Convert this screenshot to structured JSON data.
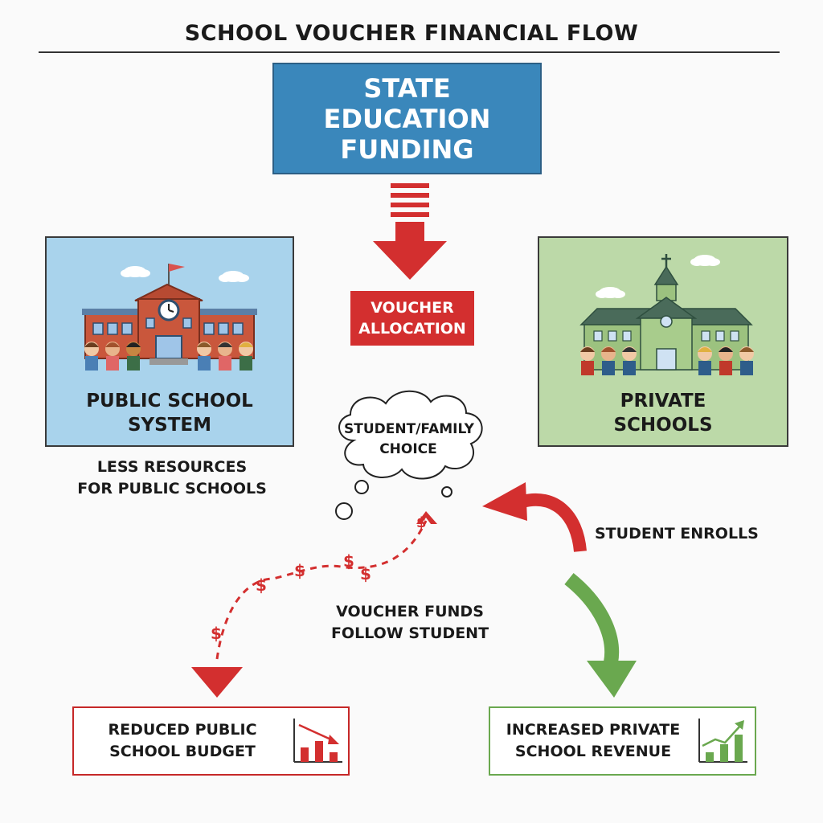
{
  "title": "SCHOOL VOUCHER FINANCIAL FLOW",
  "state_funding": {
    "line1": "STATE",
    "line2": "EDUCATION",
    "line3": "FUNDING"
  },
  "voucher_allocation": {
    "line1": "VOUCHER",
    "line2": "ALLOCATION"
  },
  "public_school": {
    "line1": "PUBLIC SCHOOL",
    "line2": "SYSTEM"
  },
  "private_school": {
    "line1": "PRIVATE",
    "line2": "SCHOOLS"
  },
  "less_resources": {
    "line1": "LESS RESOURCES",
    "line2": "FOR PUBLIC SCHOOLS"
  },
  "choice": {
    "line1": "STUDENT/FAMILY",
    "line2": "CHOICE"
  },
  "student_enrolls": "STUDENT ENROLLS",
  "funds_follow": {
    "line1": "VOUCHER FUNDS",
    "line2": "FOLLOW STUDENT"
  },
  "reduced_budget": {
    "line1": "REDUCED PUBLIC",
    "line2": "SCHOOL BUDGET"
  },
  "increased_revenue": {
    "line1": "INCREASED PRIVATE",
    "line2": "SCHOOL REVENUE"
  },
  "dollar_sign": "$",
  "colors": {
    "blue": "#3a87bb",
    "red": "#d32f2f",
    "green": "#6aa84f",
    "public_bg": "#a9d3ec",
    "private_bg": "#bcd9a8"
  }
}
